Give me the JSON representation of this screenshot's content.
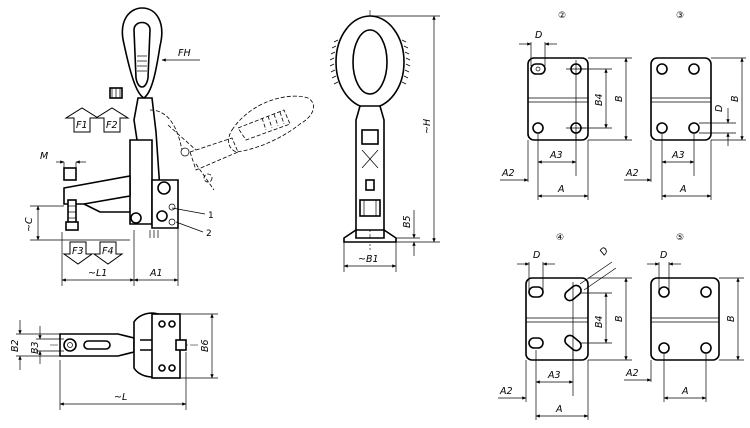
{
  "views": {
    "side": {
      "labels": {
        "FH": "FH",
        "F1": "F1",
        "F2": "F2",
        "F3": "F3",
        "F4": "F4",
        "M": "M",
        "C": "~C",
        "L1": "~L1",
        "A1": "A1",
        "callout1": "1",
        "callout2": "2"
      }
    },
    "top": {
      "labels": {
        "B2": "B2",
        "B3": "B3",
        "B6": "B6",
        "L": "~L"
      }
    },
    "front": {
      "labels": {
        "H": "~H",
        "B5": "B5",
        "B1": "~B1"
      }
    },
    "base_variants": [
      {
        "id": "2",
        "marker": "②",
        "labels": {
          "D": "D",
          "B4": "B4",
          "B": "B",
          "A2": "A2",
          "A3": "A3",
          "A": "A"
        }
      },
      {
        "id": "3",
        "marker": "③",
        "labels": {
          "D": "D",
          "B": "B",
          "A2": "A2",
          "A3": "A3",
          "A": "A"
        }
      },
      {
        "id": "4",
        "marker": "④",
        "labels": {
          "D1": "D",
          "D2": "D",
          "B4": "B4",
          "B": "B",
          "A2": "A2",
          "A3": "A3",
          "A": "A"
        }
      },
      {
        "id": "5",
        "marker": "⑤",
        "labels": {
          "D": "D",
          "B": "B",
          "A2": "A2",
          "A": "A"
        }
      }
    ]
  }
}
